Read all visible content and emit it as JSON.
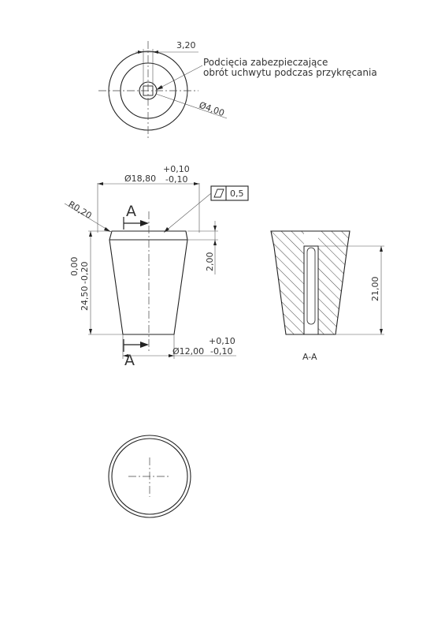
{
  "top_view": {
    "dim_width": "3,20",
    "dim_diameter": "Ø4,00",
    "note_line1": "Podcięcia zabezpieczające",
    "note_line2": "obrót uchwytu podczas przykręcania"
  },
  "front_view": {
    "dim_top_diameter": "Ø18,80",
    "tol_top_plus": "+0,10",
    "tol_top_minus": "-0,10",
    "flatness_value": "0,5",
    "radius": "R0,20",
    "dim_chamfer": "2,00",
    "height_tol_upper": "0,00",
    "height_tol_lower": "-0,20",
    "height": "24,50",
    "dim_bottom_diameter": "Ø12,00",
    "tol_bottom_plus": "+0,10",
    "tol_bottom_minus": "-0,10",
    "section_letter_top": "A",
    "section_letter_bottom": "A"
  },
  "section_view": {
    "dim_depth": "21,00",
    "label": "A-A"
  }
}
